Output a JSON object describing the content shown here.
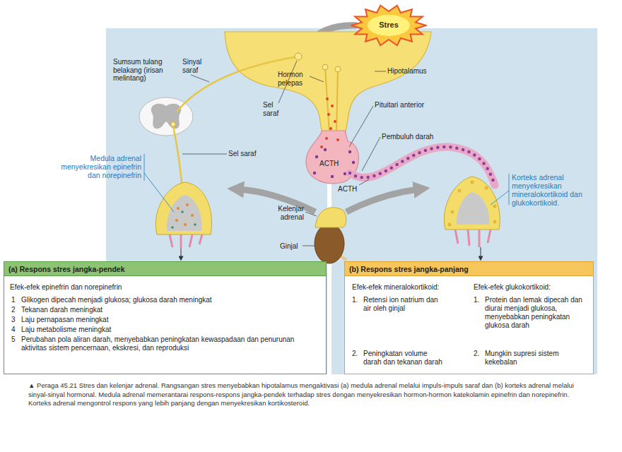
{
  "diagram": {
    "caption": "▲ Peraga 45.21 Stres dan kelenjar adrenal. Rangsangan stres menyebabkan hipotalamus mengaktivasi (a) medula adrenal melalui impuls-impuls saraf dan (b) korteks adrenal melalui sinyal-sinyal hormonal. Medula adrenal memerantarai respons-respons jangka-pendek terhadap stres dengan menyekresikan hormon-hormon katekolamin epinefrin dan norepinefrin. Korteks adrenal mengontrol respons yang lebih panjang dengan menyekresikan kortikosteroid.",
    "nodes": [
      {
        "text": [
          "Stres"
        ]
      },
      {
        "text": [
          "(a) Respons stres jangka-pendek",
          "Efek-efek epinefrin dan norepinefrin",
          "1",
          "Glikogen dipecah menjadi glukosa; glukosa darah meningkat",
          "2",
          "Tekanan darah meningkat",
          "3",
          "Laju pernapasan meningkat",
          "4",
          "Laju metabolisme meningkat",
          "5",
          "Perubahan pola aliran darah, menyebabkan peningkatan kewaspadaan dan penurunan aktivitas sistem pencernaan, ekskresi, dan reproduksi"
        ]
      },
      {
        "text": [
          "(b) Respons stres jangka-panjang",
          "Efek-efek mineralokortikoid:",
          "1.",
          "Retensi ion natrium dan air oleh ginjal",
          "2.",
          "Peningkatan volume darah dan tekanan darah",
          "Efek-efek glukokortikoid:",
          "1.",
          "Protein dan lemak dipecah dan diurai menjadi glukosa, menyebabkan peningkatan glukosa darah",
          "2.",
          "Mungkin supresi sistem kekebalan"
        ]
      }
    ],
    "labels": [
      "Sumsum tulang belakang (irisan melintang)",
      "Sinyal saraf",
      "Hormon pelepas",
      "Hipotalamus",
      "Sel saraf",
      "Pituitari anterior",
      "Pembuluh darah",
      "Sel saraf",
      "ACTH",
      "Medula adrenal menyekresikan epinefrin dan norepinefrin",
      "Korteks adrenal menyekresikan mineralokortikoid dan glukokortikoid.",
      "ACTH",
      "Kelenjar adrenal",
      "Ginjal"
    ]
  }
}
